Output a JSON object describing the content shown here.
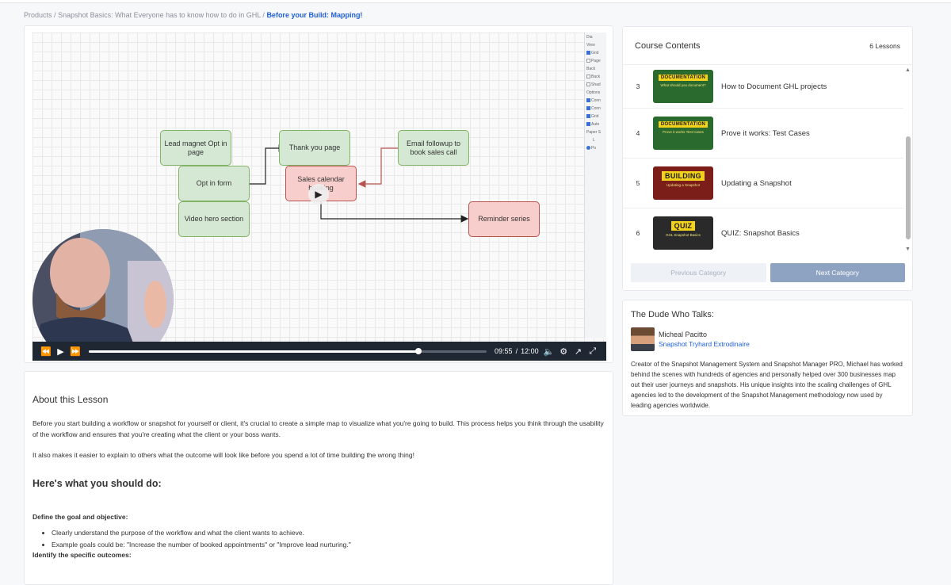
{
  "breadcrumb": {
    "root": "Products",
    "sep": "/",
    "course": "Snapshot Basics: What Everyone has to know how to do in GHL",
    "current": "Before your Build: Mapping!"
  },
  "diagram": {
    "nodes": {
      "lead_magnet": "Lead magnet Opt in page",
      "opt_in_form": "Opt in form",
      "video_hero": "Video hero section",
      "thank_you": "Thank you page",
      "sales_calendar": "Sales calendar booking",
      "email_followup": "Email followup to book sales call",
      "reminder": "Reminder series"
    },
    "side_panel": [
      "Dia",
      "View",
      "Grid",
      "Page",
      "Back",
      "Back",
      "Shad",
      "Options",
      "Conn",
      "Conn",
      "Grid",
      "Auto",
      "Paper S",
      "L",
      "Po"
    ]
  },
  "player": {
    "current_time": "09:55",
    "time_sep": "/",
    "duration": "12:00",
    "progress": 0.828
  },
  "about": {
    "heading": "About this Lesson",
    "para1": "Before you start building a workflow or snapshot for yourself or client, it's crucial to create a simple map to visualize what you're going to build. This process helps you think through the usability of the workflow and ensures that you're creating what the client or your boss wants.",
    "para2": "It also makes it easier to explain to others what the outcome will look like before you spend a lot of time building the wrong thing!",
    "subheading": "Here's what you should do:",
    "step1_title": "Define the goal and objective:",
    "step1_bullets": [
      "Clearly understand the purpose of the workflow and what the client wants to achieve.",
      "Example goals could be: \"Increase the number of booked appointments\" or \"Improve lead nurturing.\""
    ],
    "step2_title": "Identify the specific outcomes:"
  },
  "contents": {
    "title": "Course Contents",
    "count": "6 Lessons",
    "lessons": [
      {
        "num": "3",
        "title": "How to Document GHL projects",
        "tag": "DOCUMENTATION",
        "caption": "What should you document?",
        "style": "doc"
      },
      {
        "num": "4",
        "title": "Prove it works: Test Cases",
        "tag": "DOCUMENTATION",
        "caption": "Prove it works Test Cases",
        "style": "doc"
      },
      {
        "num": "5",
        "title": "Updating a Snapshot",
        "tag": "BUILDING",
        "caption": "Updating a Snapshot",
        "style": "build"
      },
      {
        "num": "6",
        "title": "QUIZ: Snapshot Basics",
        "tag": "QUIZ",
        "caption": "GHL Snapshot Basics",
        "style": "quiz"
      }
    ],
    "prev_label": "Previous Category",
    "next_label": "Next Category"
  },
  "author": {
    "heading": "The Dude Who Talks:",
    "name": "Micheal Pacitto",
    "role": "Snapshot Tryhard Extrodinaire",
    "bio": "Creator of the Snapshot Management System and Snapshot Manager PRO, Michael has worked behind the scenes with hundreds of agencies and personally helped over 300 businesses map out their user journeys and snapshots. His unique insights into the scaling challenges of GHL agencies led to the development of the Snapshot Management methodology now used by leading agencies worldwide."
  }
}
